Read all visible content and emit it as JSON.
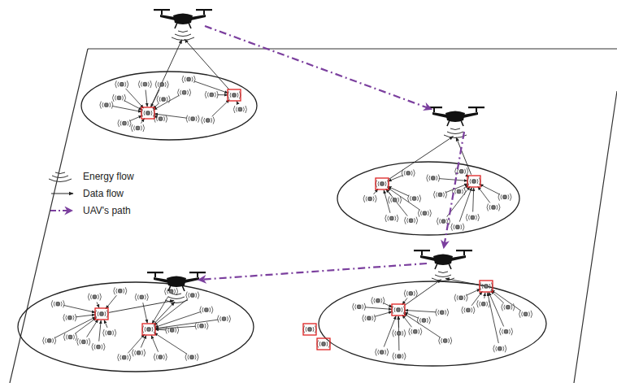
{
  "diagram": {
    "legend": [
      {
        "text": "Energy flow"
      },
      {
        "text": "Data flow"
      },
      {
        "text": "UAV's path"
      }
    ]
  }
}
